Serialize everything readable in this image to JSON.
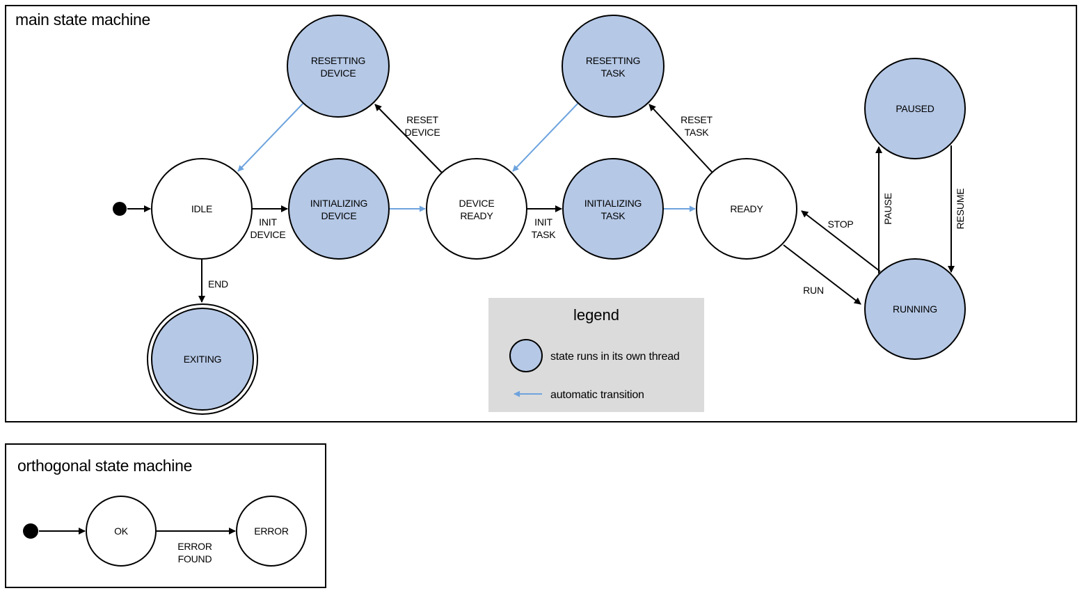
{
  "colors": {
    "threaded_state_fill": "#b5c8e6",
    "plain_state_fill": "#ffffff",
    "auto_transition_blue": "#6da3de",
    "legend_bg": "#dbdbdb",
    "line_black": "#000000"
  },
  "main_machine": {
    "title": "main state machine",
    "states": {
      "idle": {
        "label": "IDLE"
      },
      "resetting_device": {
        "lines": [
          "RESETTING",
          "DEVICE"
        ]
      },
      "initializing_device": {
        "lines": [
          "INITIALIZING",
          "DEVICE"
        ]
      },
      "device_ready": {
        "lines": [
          "DEVICE",
          "READY"
        ]
      },
      "resetting_task": {
        "lines": [
          "RESETTING",
          "TASK"
        ]
      },
      "initializing_task": {
        "lines": [
          "INITIALIZING",
          "TASK"
        ]
      },
      "ready": {
        "label": "READY"
      },
      "paused": {
        "label": "PAUSED"
      },
      "running": {
        "label": "RUNNING"
      },
      "exiting": {
        "label": "EXITING"
      }
    },
    "transitions": {
      "init_device": {
        "lines": [
          "INIT",
          "DEVICE"
        ]
      },
      "reset_device": {
        "lines": [
          "RESET",
          "DEVICE"
        ]
      },
      "init_task": {
        "lines": [
          "INIT",
          "TASK"
        ]
      },
      "reset_task": {
        "lines": [
          "RESET",
          "TASK"
        ]
      },
      "stop": {
        "label": "STOP"
      },
      "run": {
        "label": "RUN"
      },
      "pause": {
        "label": "PAUSE"
      },
      "resume": {
        "label": "RESUME"
      },
      "end": {
        "label": "END"
      }
    }
  },
  "legend": {
    "title": "legend",
    "items": [
      {
        "label": "state runs in its own thread"
      },
      {
        "label": "automatic transition"
      }
    ]
  },
  "orthogonal_machine": {
    "title": "orthogonal state machine",
    "states": {
      "ok": {
        "label": "OK"
      },
      "error": {
        "label": "ERROR"
      }
    },
    "transitions": {
      "error_found": {
        "lines": [
          "ERROR",
          "FOUND"
        ]
      }
    }
  }
}
